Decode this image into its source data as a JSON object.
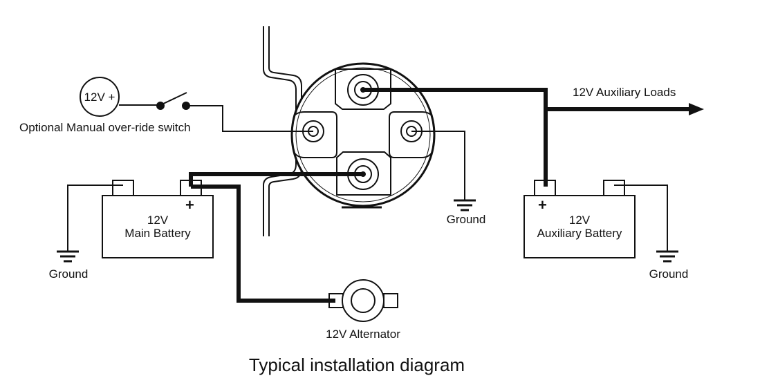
{
  "title": "Typical installation diagram",
  "override_switch": {
    "source_label": "12V +",
    "label": "Optional Manual over-ride switch"
  },
  "loads": {
    "label": "12V Auxiliary Loads"
  },
  "main_battery": {
    "voltage": "12V",
    "name": "Main Battery",
    "plus": "+"
  },
  "aux_battery": {
    "voltage": "12V",
    "name": "Auxiliary Battery",
    "plus": "+"
  },
  "grounds": {
    "left": "Ground",
    "center": "Ground",
    "right": "Ground"
  },
  "alternator": {
    "label": "12V Alternator"
  }
}
